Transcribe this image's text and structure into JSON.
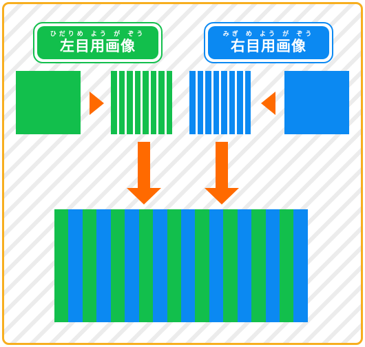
{
  "left_label": {
    "ruby": "ひだりめ よう が ぞう",
    "text": "左目用画像"
  },
  "right_label": {
    "ruby": "みぎ め よう が ぞう",
    "text": "右目用画像"
  },
  "colors": {
    "green": "#12bf4c",
    "blue": "#0b89f2",
    "orange": "#ff6a00",
    "frame": "#f7ae1f"
  },
  "combined_stripes": [
    "green",
    "blue",
    "green",
    "blue",
    "green",
    "blue",
    "green",
    "blue",
    "green",
    "blue",
    "green",
    "blue",
    "green",
    "blue",
    "green",
    "blue",
    "green",
    "blue"
  ]
}
